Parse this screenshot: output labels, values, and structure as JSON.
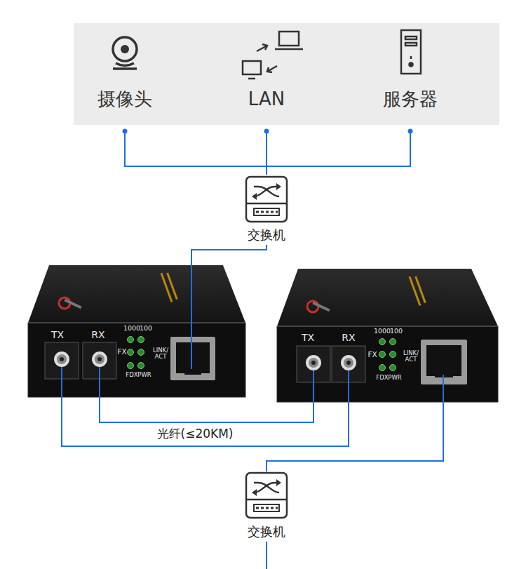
{
  "diagram": {
    "nodes": [
      {
        "text": [
          "摄像头"
        ]
      },
      {
        "text": [
          "LAN"
        ]
      },
      {
        "text": [
          "服务器"
        ]
      },
      {
        "text": [
          "交换机"
        ]
      },
      {
        "text": [
          "TX",
          "RX",
          "1000",
          "100",
          "FX",
          "LINK/ ACT",
          "FDX",
          "PWR"
        ]
      },
      {
        "text": [
          "TX",
          "RX",
          "1000",
          "100",
          "FX",
          "LINK/ ACT",
          "FDX",
          "PWR"
        ]
      },
      {
        "text": [
          "交换机"
        ]
      }
    ],
    "edges": [
      {
        "from": 0,
        "to": 3,
        "arrow": "none"
      },
      {
        "from": 1,
        "to": 3,
        "arrow": "none"
      },
      {
        "from": 2,
        "to": 3,
        "arrow": "none"
      },
      {
        "from": 3,
        "to": 4,
        "arrow": "none"
      },
      {
        "from": 4,
        "to": 5,
        "arrow": "none"
      },
      {
        "from": 4,
        "to": 5,
        "label": "光纤(≤20KM)",
        "arrow": "none"
      },
      {
        "from": 5,
        "to": 6,
        "arrow": "none"
      }
    ]
  }
}
